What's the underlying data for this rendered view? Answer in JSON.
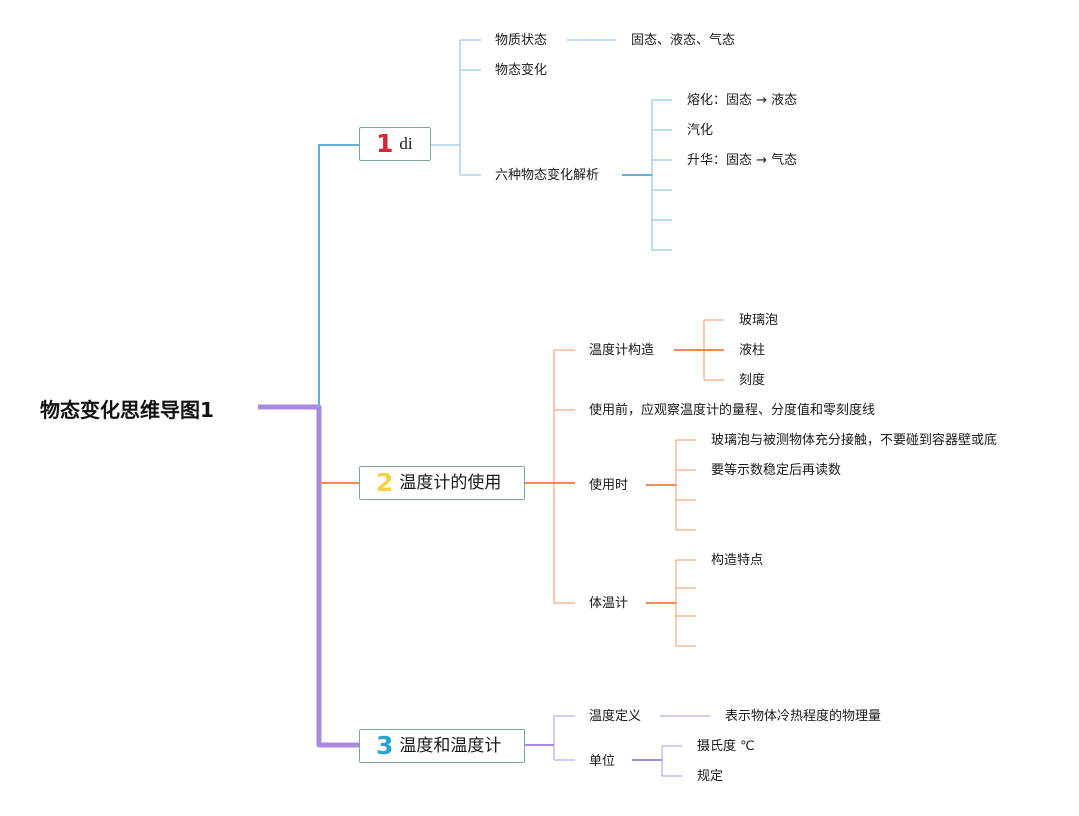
{
  "root": {
    "title": "物态变化思维导图1"
  },
  "colors": {
    "blue_branch": "#6aaed6",
    "blue_sub": "#a9d2e8",
    "orange_branch": "#f0895a",
    "orange_sub": "#f6b999",
    "purple_main": "#a98ae0",
    "purple_sub": "#c9b8ee",
    "num1": "#d6263b",
    "num2": "#f2d34a",
    "num3": "#2ba3d8"
  },
  "branches": [
    {
      "number": "1",
      "label": "di",
      "children": [
        {
          "label": "物质状态",
          "children": [
            "固态、液态、气态"
          ]
        },
        {
          "label": "物态变化",
          "children": []
        },
        {
          "label": "六种物态变化解析",
          "children": [
            "熔化：固态 → 液态",
            "汽化",
            "升华：固态 → 气态"
          ]
        }
      ]
    },
    {
      "number": "2",
      "label": "温度计的使用",
      "children": [
        {
          "label": "温度计构造",
          "children": [
            "玻璃泡",
            "液柱",
            "刻度"
          ]
        },
        {
          "label": "使用前，应观察温度计的量程、分度值和零刻度线",
          "children": []
        },
        {
          "label": "使用时",
          "children": [
            "玻璃泡与被测物体充分接触，不要碰到容器壁或底",
            "要等示数稳定后再读数"
          ]
        },
        {
          "label": "体温计",
          "children": [
            "构造特点"
          ]
        }
      ]
    },
    {
      "number": "3",
      "label": "温度和温度计",
      "children": [
        {
          "label": "温度定义",
          "children": [
            "表示物体冷热程度的物理量"
          ]
        },
        {
          "label": "单位",
          "children": [
            "摄氏度 ℃",
            "规定"
          ]
        }
      ]
    }
  ]
}
